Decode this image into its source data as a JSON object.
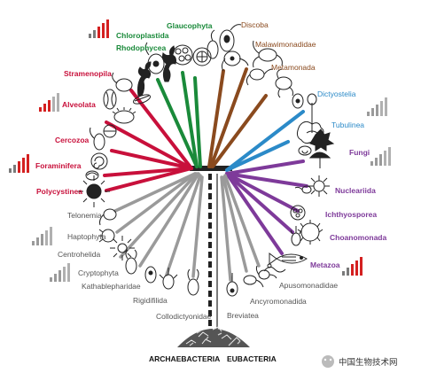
{
  "colors": {
    "red": "#c8103b",
    "green": "#1a8a3a",
    "brown": "#8a4a1e",
    "blue": "#2b8ac8",
    "purple": "#7e3a9a",
    "gray": "#9a9a9a",
    "trunk": "#222222",
    "bar_dark": "#7a7a7a",
    "bar_light": "#b0b0b0",
    "bar_red": "#d42020"
  },
  "groups": {
    "chloroplastida": "Chloroplastida",
    "rhodophycea": "Rhodophycea",
    "glaucophyta": "Glaucophyta",
    "discoba": "Discoba",
    "malawimonadidae": "Malawimonadidae",
    "metamonada": "Metamonada",
    "stramenopila": "Stramenopila",
    "alveolata": "Alveolata",
    "dictyostelia": "Dictyostelia",
    "tubulinea": "Tubulinea",
    "cercozoa": "Cercozoa",
    "foraminifera": "Foraminifera",
    "polycystinea": "Polycystinea",
    "fungi": "Fungi",
    "nucleariida": "Nucleariida",
    "ichthyosporea": "Ichthyosporea",
    "choanomonada": "Choanomonada",
    "metazoa": "Metazoa",
    "telonemia": "Telonemia",
    "haptophyta": "Haptophyta",
    "centrohelida": "Centrohelida",
    "cryptophyta": "Cryptophyta",
    "kathablepharidae": "Kathablepharidae",
    "rigidifilida": "Rigidifilida",
    "collodictyonidae": "Collodictyonidae",
    "breviatea": "Breviatea",
    "ancyromonadida": "Ancyromonadida",
    "apusomonadidae": "Apusomonadidae"
  },
  "roots": {
    "archaebacteria": "ARCHAEBACTERIA",
    "eubacteria": "EUBACTERIA"
  },
  "watermark": "中国生物技术网"
}
